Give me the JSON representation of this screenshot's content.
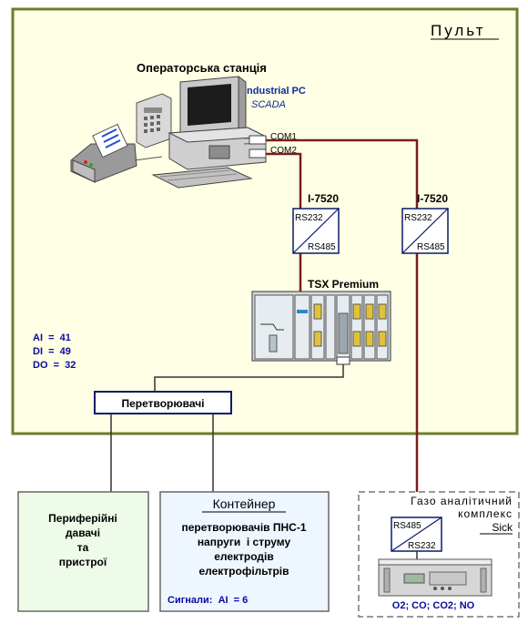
{
  "panel": {
    "title": "Пульт",
    "bg": "#FFFFE5",
    "border": "#6B7F2A"
  },
  "operator": {
    "title": "Операторська станція",
    "pc_name": "Industrial PC",
    "pc_sub": "SCADA",
    "com1": "COM1",
    "com2": "COM2"
  },
  "converter_left": {
    "name": "I-7520",
    "top": "RS232",
    "bottom": "RS485"
  },
  "converter_right": {
    "name": "I-7520",
    "top": "RS232",
    "bottom": "RS485"
  },
  "plc": {
    "name": "TSX Premium"
  },
  "signals": [
    "AI  =  41",
    "DI  =  49",
    "DO  =  32"
  ],
  "transducers": {
    "label": "Перетворювачі"
  },
  "peripheral": {
    "line1": "Периферійні",
    "line2": "давачі",
    "line3": "та",
    "line4": "пристрої",
    "bg": "#EEFBE9"
  },
  "container": {
    "title": "Контейнер",
    "line1": "перетворювачів ПНС-1",
    "line2": "напруги  і струму",
    "line3": "електродів",
    "line4": "електрофільтрів",
    "signals": "Сигнали:  AI  = 6",
    "bg": "#EEF6FF"
  },
  "gas": {
    "line1": "Газо аналітичний",
    "line2": "комплекс",
    "brand": "Sick",
    "conv_top": "RS485",
    "conv_bottom": "RS232",
    "analytes": "O2; CO; CO2; NO"
  },
  "colors": {
    "bus": "#7A1E1E",
    "line": "#333333",
    "box_border": "#0B1A6B",
    "signal_text": "#0A0AA0"
  }
}
